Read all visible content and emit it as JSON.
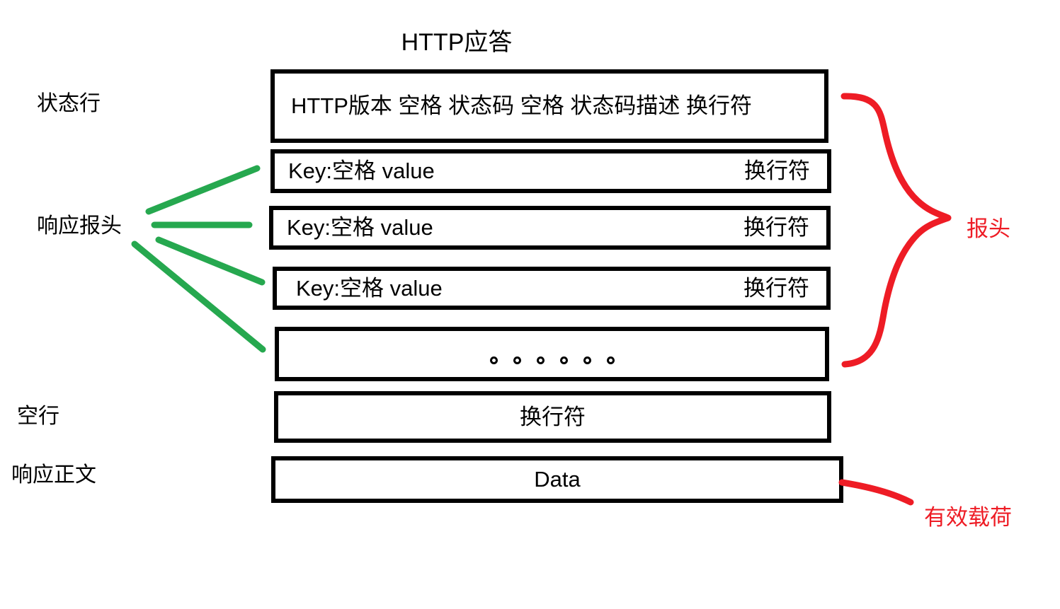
{
  "title": "HTTP应答",
  "colors": {
    "box_border": "#000000",
    "text": "#000000",
    "brace_red": "#ee1c25",
    "leader_green": "#26a84f",
    "background": "#ffffff"
  },
  "left_labels": [
    {
      "id": "status-line",
      "text": "状态行"
    },
    {
      "id": "response-headers",
      "text": "响应报头"
    },
    {
      "id": "blank-line",
      "text": "空行"
    },
    {
      "id": "response-body",
      "text": "响应正文"
    }
  ],
  "rows": [
    {
      "id": "status-line-row",
      "kind": "text",
      "align": "left",
      "left_text": "HTTP版本  空格  状态码  空格  状态码描述  换行符",
      "right_text": ""
    },
    {
      "id": "header-row-1",
      "kind": "split",
      "align": "split",
      "left_text": "Key:空格 value",
      "right_text": "换行符"
    },
    {
      "id": "header-row-2",
      "kind": "split",
      "align": "split",
      "left_text": "Key:空格 value",
      "right_text": "换行符"
    },
    {
      "id": "header-row-3",
      "kind": "split",
      "align": "split",
      "left_text": "Key:空格 value",
      "right_text": "换行符"
    },
    {
      "id": "header-row-ellipsis",
      "kind": "dots",
      "align": "center",
      "dot_count": 6,
      "left_text": "",
      "right_text": ""
    },
    {
      "id": "blank-line-row",
      "kind": "text",
      "align": "center",
      "left_text": "换行符",
      "right_text": ""
    },
    {
      "id": "body-row",
      "kind": "text",
      "align": "center",
      "left_text": "Data",
      "right_text": ""
    }
  ],
  "annotations": [
    {
      "id": "header-brace",
      "text": "报头",
      "color": "#ee1c25"
    },
    {
      "id": "payload-line",
      "text": "有效载荷",
      "color": "#ee1c25"
    }
  ]
}
